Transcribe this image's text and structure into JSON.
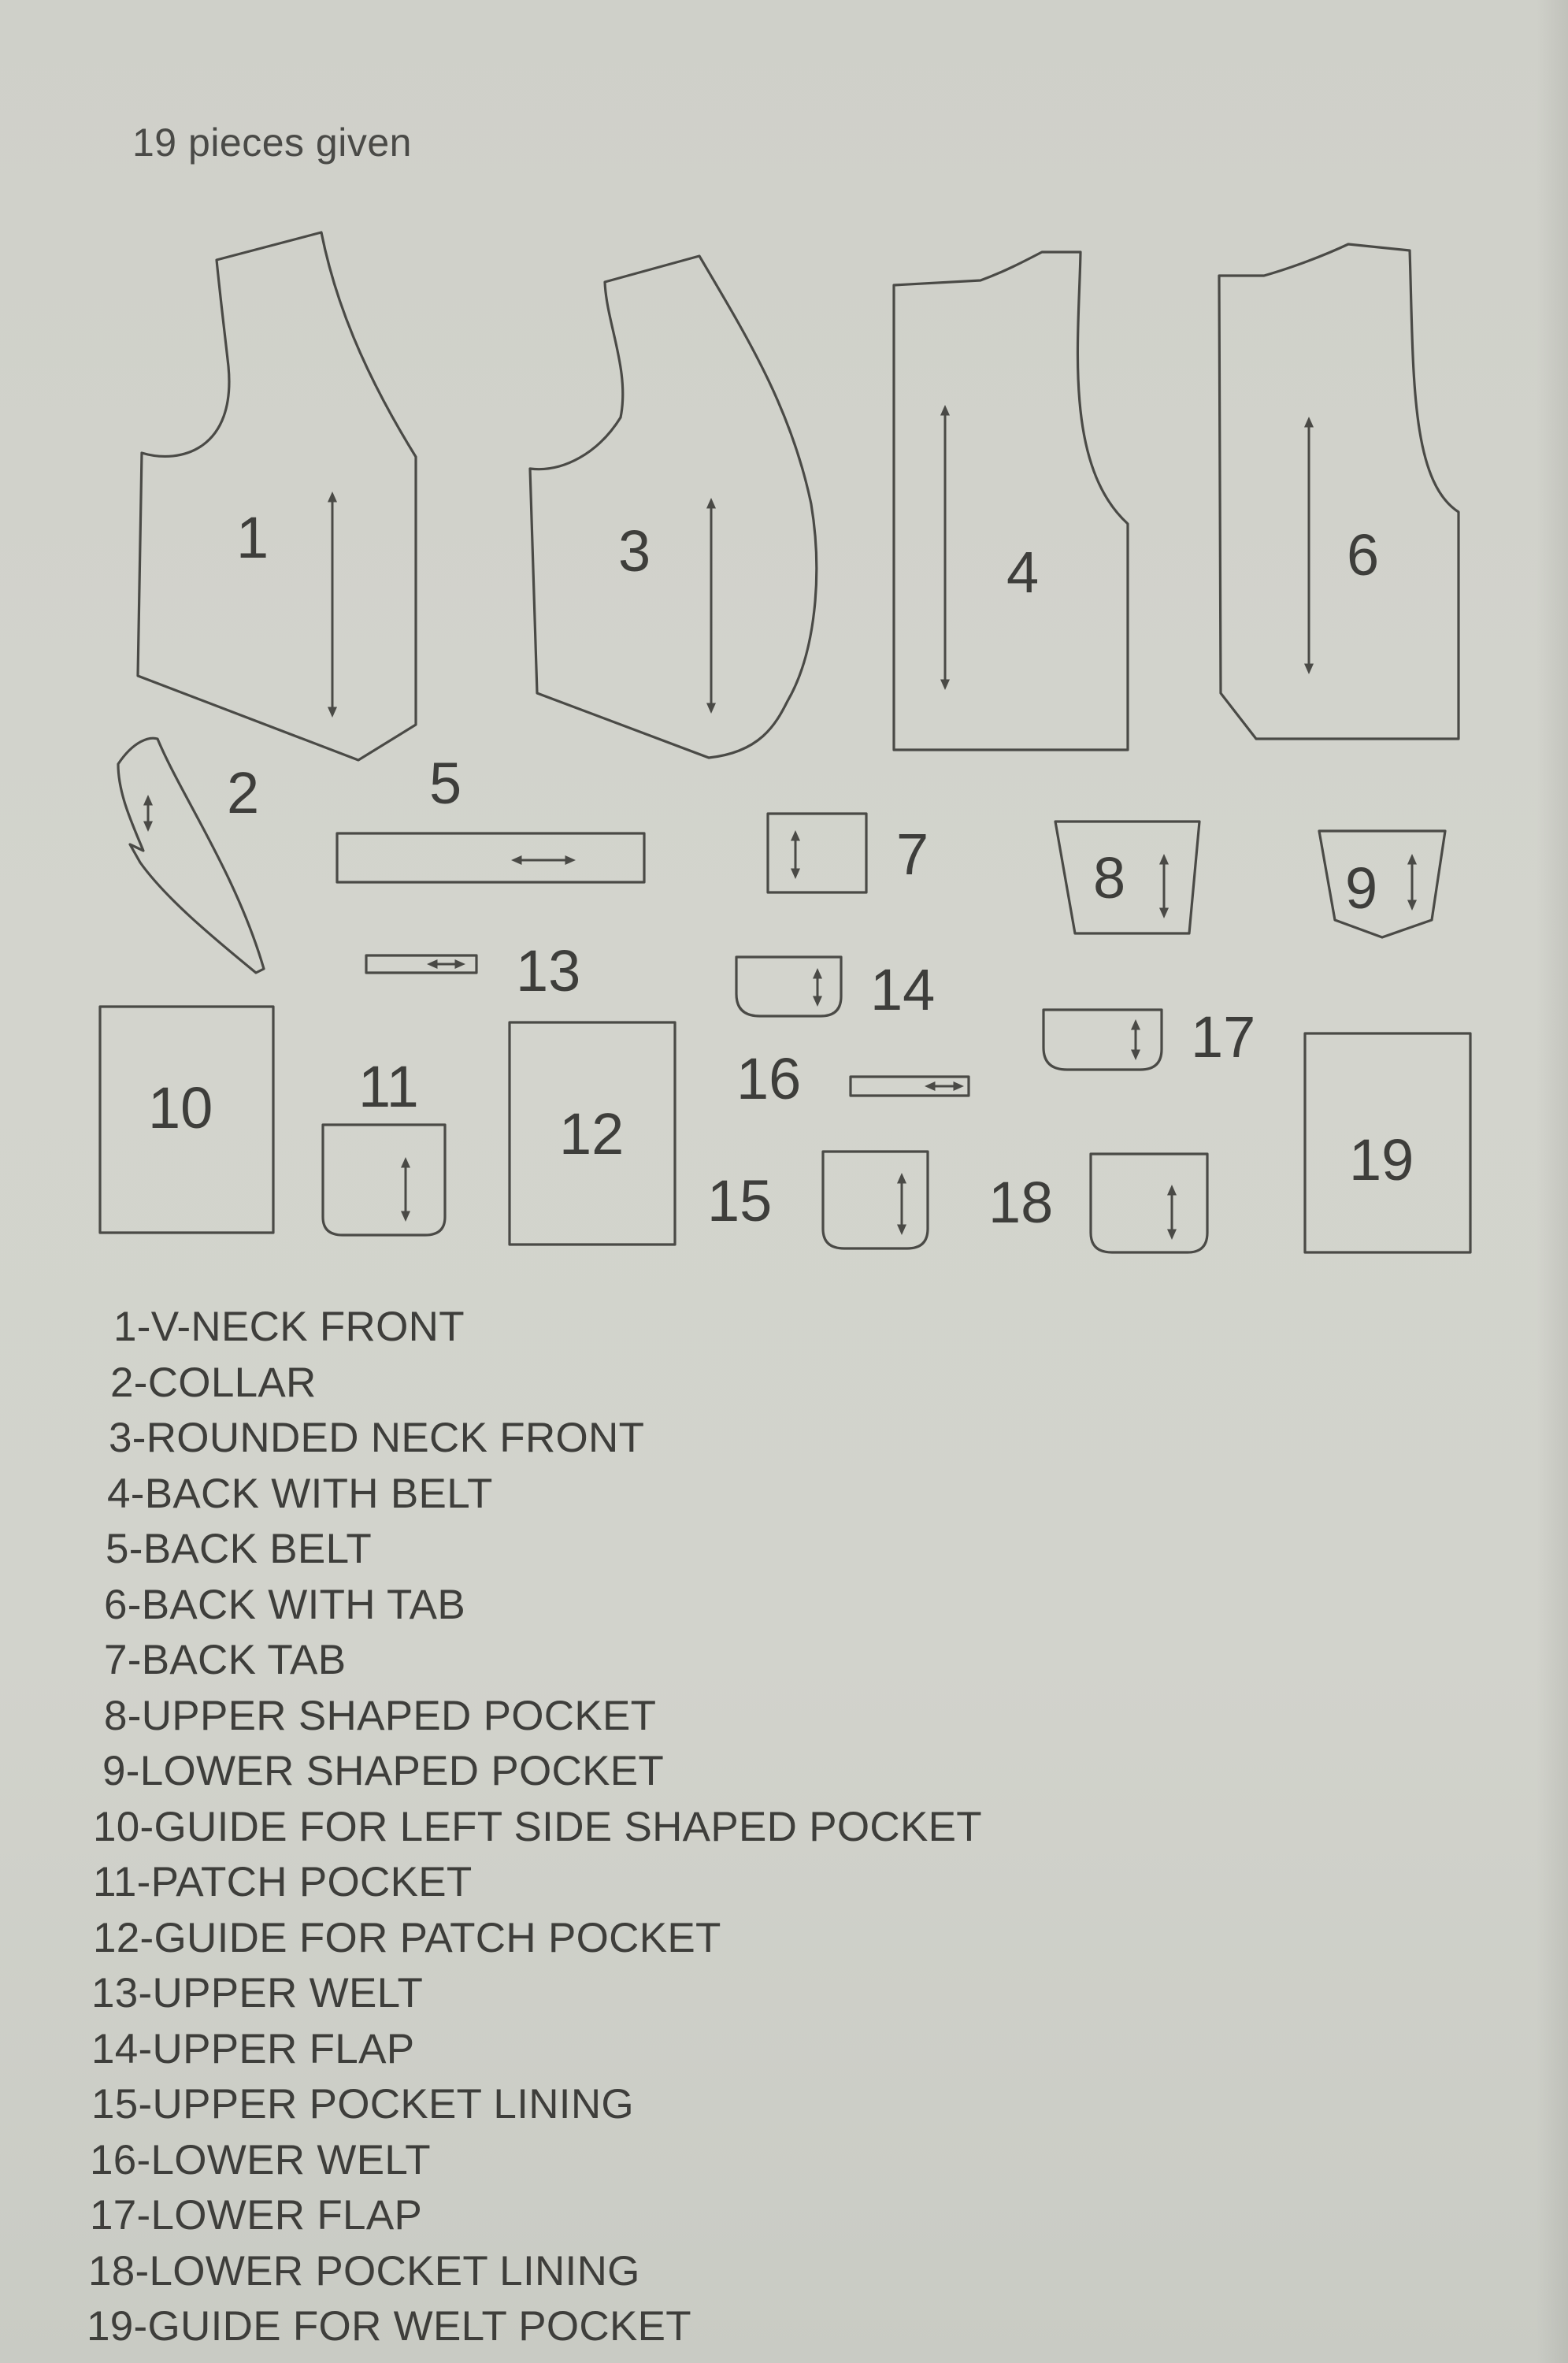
{
  "heading": "19 pieces given",
  "piece_numbers": [
    "1",
    "2",
    "3",
    "4",
    "5",
    "6",
    "7",
    "8",
    "9",
    "10",
    "11",
    "12",
    "13",
    "14",
    "15",
    "16",
    "17",
    "18",
    "19"
  ],
  "legend": [
    "1-V-NECK FRONT",
    "2-COLLAR",
    "3-ROUNDED NECK FRONT",
    "4-BACK WITH BELT",
    "5-BACK BELT",
    "6-BACK WITH TAB",
    "7-BACK TAB",
    "8-UPPER SHAPED POCKET",
    "9-LOWER SHAPED POCKET",
    "10-GUIDE FOR LEFT SIDE SHAPED POCKET",
    "11-PATCH POCKET",
    "12-GUIDE FOR PATCH POCKET",
    "13-UPPER WELT",
    "14-UPPER FLAP",
    "15-UPPER POCKET LINING",
    "16-LOWER WELT",
    "17-LOWER FLAP",
    "18-LOWER POCKET LINING",
    "19-GUIDE FOR WELT POCKET"
  ],
  "colors": {
    "paper": "#cfd0c9",
    "ink": "#3e3e3b"
  }
}
